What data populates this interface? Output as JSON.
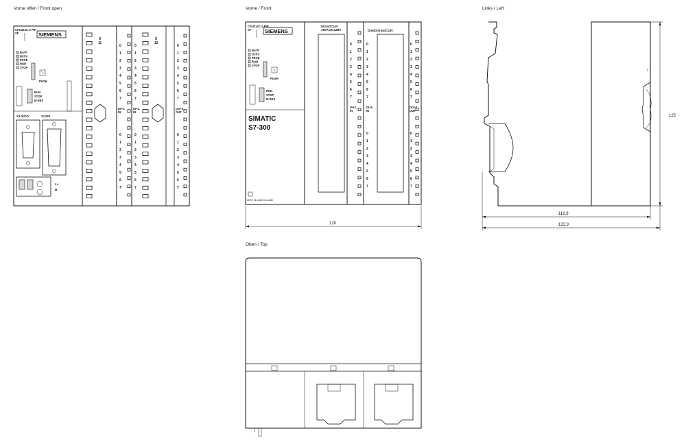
{
  "views": {
    "front_open": {
      "title": "Vorne offen / Front open",
      "cpu_label": "CPU314C-2 PtP",
      "cpu_sub": "SF",
      "brand": "SIEMENS",
      "status_leds": [
        "BATF",
        "DC5V",
        "FRCE",
        "RUN",
        "STOP"
      ],
      "push": "PUSH",
      "mode_switch": [
        "RUN",
        "STOP",
        "M RES"
      ],
      "port_labels": [
        "X3 DI/DO",
        "X2 PtP"
      ],
      "x11": "X\n11",
      "x12": "X\n12",
      "io_digits": [
        "0",
        "1",
        "2",
        "3",
        "4",
        "5",
        "6",
        "7"
      ],
      "di_in": "DI+0.\nIN",
      "di_in2": "DI+1.\nIN",
      "do_out": "DO+0.\nOUT"
    },
    "front": {
      "title": "Vorne / Front",
      "cpu_label": "CPU314C-2 PtP",
      "cpu_sub": "SF",
      "brand": "SIEMENS",
      "status_leds": [
        "BATF",
        "DC5V",
        "FRCE",
        "RUN",
        "STOP"
      ],
      "push": "PUSH",
      "mode_switch": [
        "RUN",
        "STOP",
        "M RES"
      ],
      "product_line1": "SIMATIC",
      "product_line2": "S7-300",
      "order_no": "6ES7 314-6BH04-0AB0",
      "module1_label": "DI24xDC24V\nAI5/AO2x12Bit",
      "module2_label": "DI16/DO16xDC24V",
      "io_digits": [
        "0",
        "1",
        "2",
        "3",
        "4",
        "5",
        "6",
        "7"
      ],
      "di_in": "DI+2.\nIN",
      "di_in2": "DI+0.\nIN",
      "do_out": "DO+0.\nOUT",
      "width_dim": "120"
    },
    "left": {
      "title": "Links / Left",
      "height_dim": "125",
      "dim_a": "116.9",
      "dim_b": "122.9"
    },
    "top": {
      "title": "Oben / Top"
    }
  }
}
